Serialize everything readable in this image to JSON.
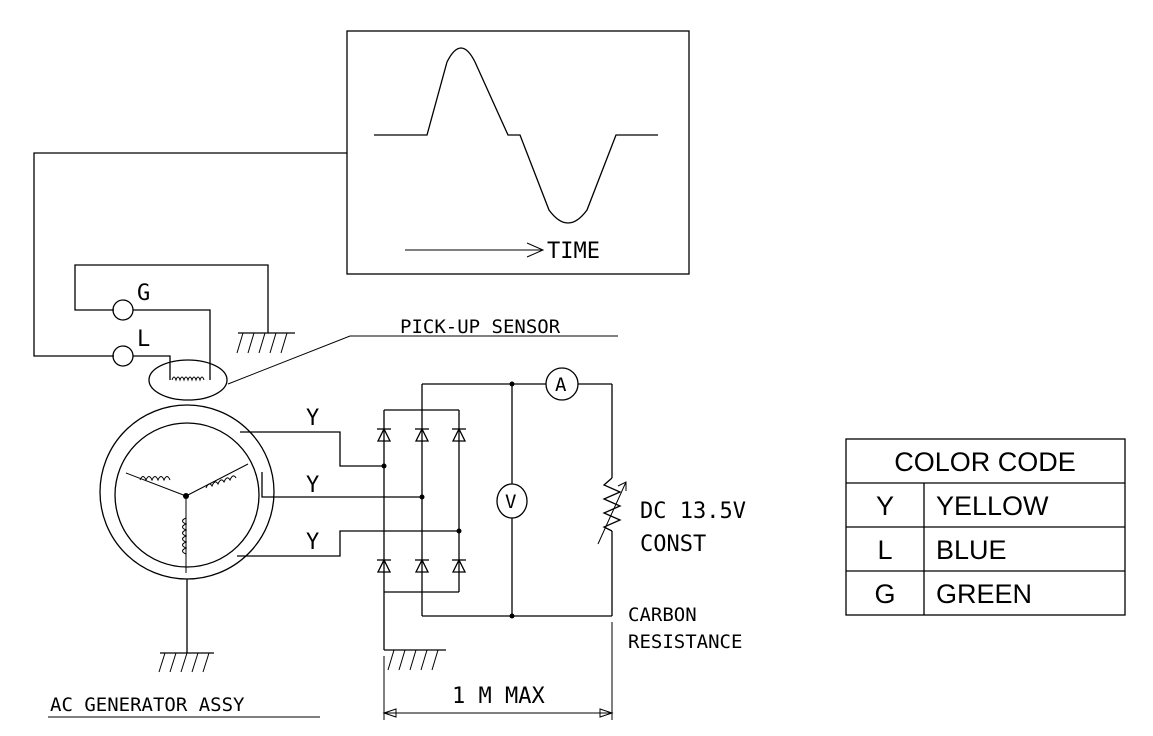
{
  "oscilloscope": {
    "time_label": "TIME"
  },
  "sensor": {
    "terminal_g": "G",
    "terminal_l": "L",
    "label": "PICK-UP SENSOR"
  },
  "generator": {
    "phase_label": "Y",
    "label": "AC GENERATOR ASSY"
  },
  "meters": {
    "ammeter": "A",
    "voltmeter": "V"
  },
  "load": {
    "line1": "DC 13.5V",
    "line2": "CONST",
    "resistance_line1": "CARBON",
    "resistance_line2": "RESISTANCE"
  },
  "dimension": {
    "label": "1 M MAX"
  },
  "color_code": {
    "title": "COLOR CODE",
    "rows": [
      {
        "code": "Y",
        "color": "YELLOW"
      },
      {
        "code": "L",
        "color": "BLUE"
      },
      {
        "code": "G",
        "color": "GREEN"
      }
    ]
  }
}
